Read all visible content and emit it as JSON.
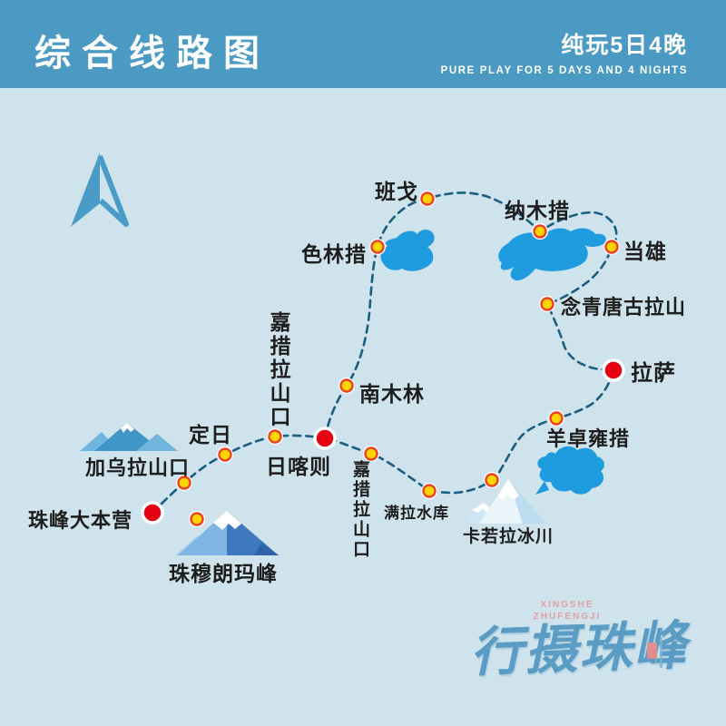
{
  "header": {
    "title": "综合线路图",
    "subtitle_cn": "纯玩5日4晚",
    "subtitle_en": "PURE PLAY FOR 5 DAYS AND 4 NIGHTS",
    "bg_color": "#4a9ac3",
    "text_color": "#ffffff"
  },
  "map": {
    "background_color": "#cfe3ec",
    "route_color": "#1b5e80",
    "lake_color": "#1f9ce0",
    "waypoint_fill": "#ffd400",
    "waypoint_ring": "#e8432a",
    "station_color": "#e60012",
    "compass_icon": "north-arrow",
    "places": {
      "bange": "班戈",
      "selincuo": "色林措",
      "namucuo": "纳木措",
      "dangxiong": "当雄",
      "nianqingtanggula": "念青唐古拉山",
      "lasa": "拉萨",
      "yangzhuoyongcuo": "羊卓雍措",
      "nanmulin": "南木林",
      "dingri": "定日",
      "rikaze": "日喀则",
      "jiacuolashankou": "嘉措拉山口",
      "jiawulashankou": "加乌拉山口",
      "zhufengdabenying": "珠峰大本营",
      "zhumulangmafeng": "珠穆朗玛峰",
      "manlashuiku": "满拉水库",
      "karuolabingchuan": "卡若拉冰川"
    }
  },
  "logo": {
    "calligraphy": "行摄珠峰",
    "subtitle_line1": "XINGSHE",
    "subtitle_line2": "ZHUFENGJI",
    "color": "#5b9cc4",
    "subtitle_color": "#e4a0a0"
  }
}
